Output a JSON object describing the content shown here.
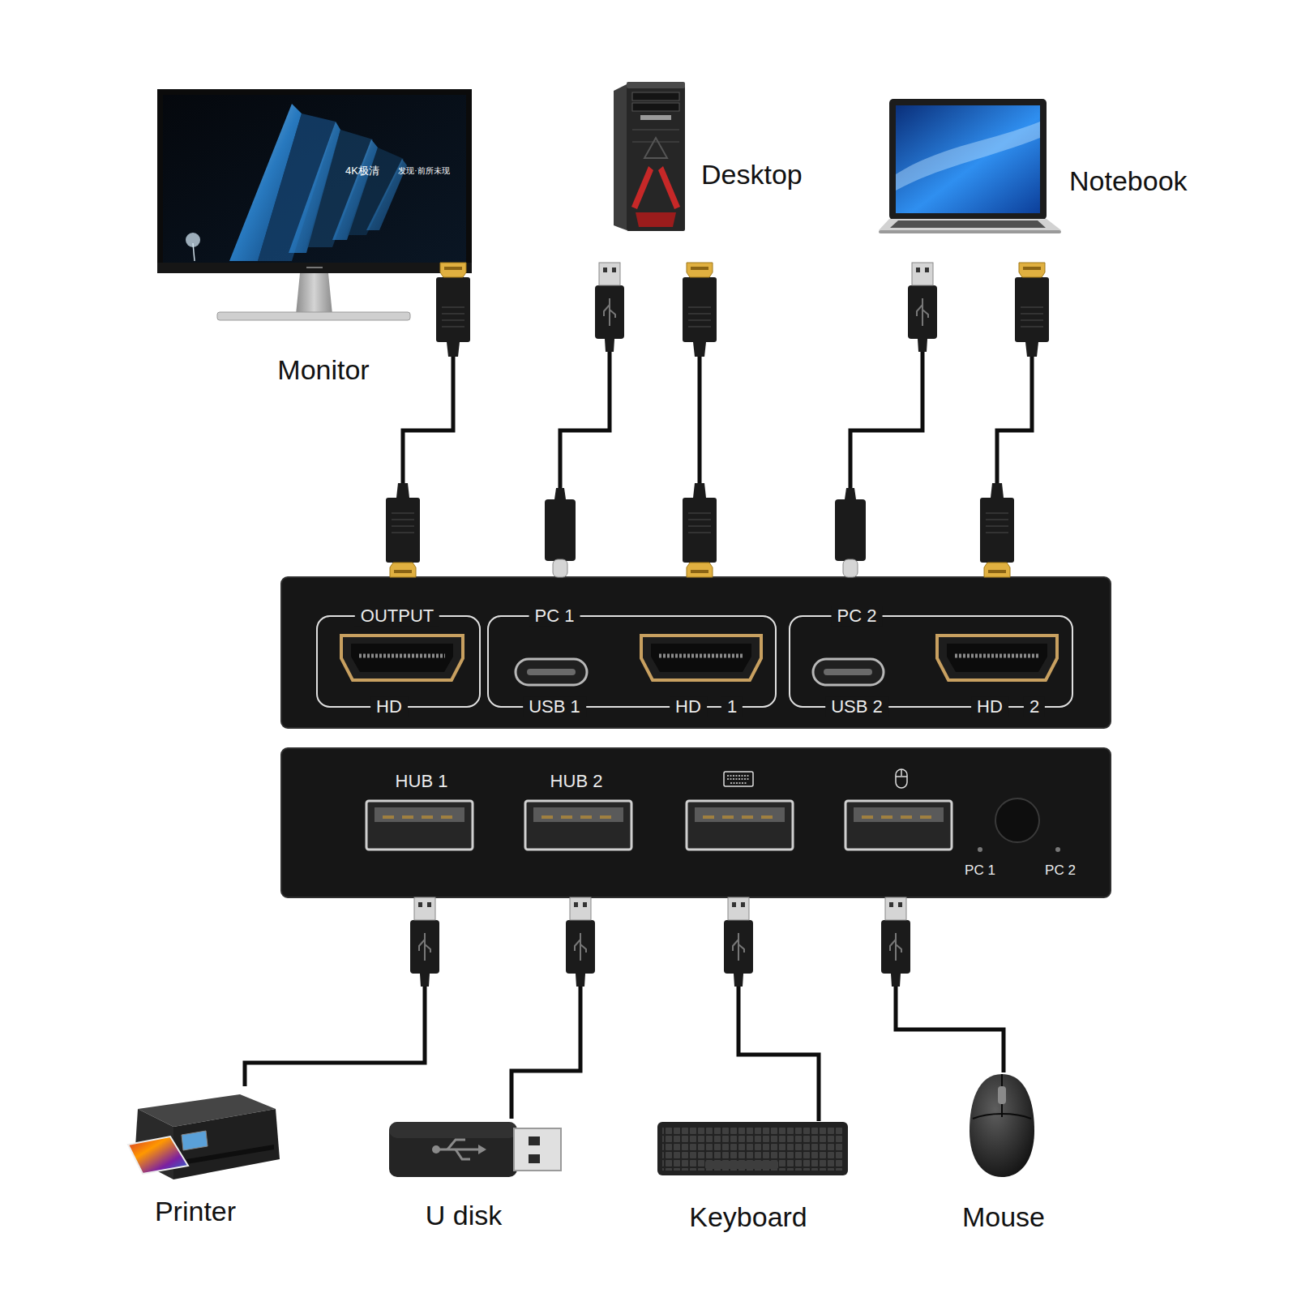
{
  "diagram": {
    "nodes": [
      {
        "text": [
          "Monitor"
        ]
      },
      {
        "text": [
          "Desktop"
        ]
      },
      {
        "text": [
          "Notebook"
        ]
      },
      {
        "text": [
          "OUTPUT",
          "HD"
        ]
      },
      {
        "text": [
          "PC 1"
        ]
      },
      {
        "text": [
          "USB 1"
        ],
        "in": 4
      },
      {
        "text": [
          "HD",
          "1"
        ],
        "in": 4
      },
      {
        "text": [
          "PC 2"
        ]
      },
      {
        "text": [
          "USB 2"
        ],
        "in": 7
      },
      {
        "text": [
          "HD",
          "2"
        ],
        "in": 7
      },
      {
        "text": [
          "PC 1",
          "PC 2"
        ]
      },
      {
        "text": [
          "HUB 1"
        ],
        "in": 10
      },
      {
        "text": [
          "HUB 2"
        ],
        "in": 10
      },
      {
        "text": [
          "Printer"
        ]
      },
      {
        "text": [
          "U disk"
        ]
      },
      {
        "text": [
          "Keyboard"
        ]
      },
      {
        "text": [
          "Mouse"
        ]
      }
    ],
    "edges": [
      {
        "from": 0,
        "to": 3,
        "arrow": "none"
      },
      {
        "from": 1,
        "to": 5,
        "arrow": "none"
      },
      {
        "from": 1,
        "to": 6,
        "arrow": "none"
      },
      {
        "from": 2,
        "to": 8,
        "arrow": "none"
      },
      {
        "from": 2,
        "to": 9,
        "arrow": "none"
      },
      {
        "from": 11,
        "to": 13,
        "arrow": "none"
      },
      {
        "from": 12,
        "to": 14,
        "arrow": "none"
      },
      {
        "from": 10,
        "to": 15,
        "arrow": "none"
      },
      {
        "from": 10,
        "to": 16,
        "arrow": "none"
      }
    ],
    "labels": [
      "4K极清",
      "发现·前所未现"
    ]
  }
}
